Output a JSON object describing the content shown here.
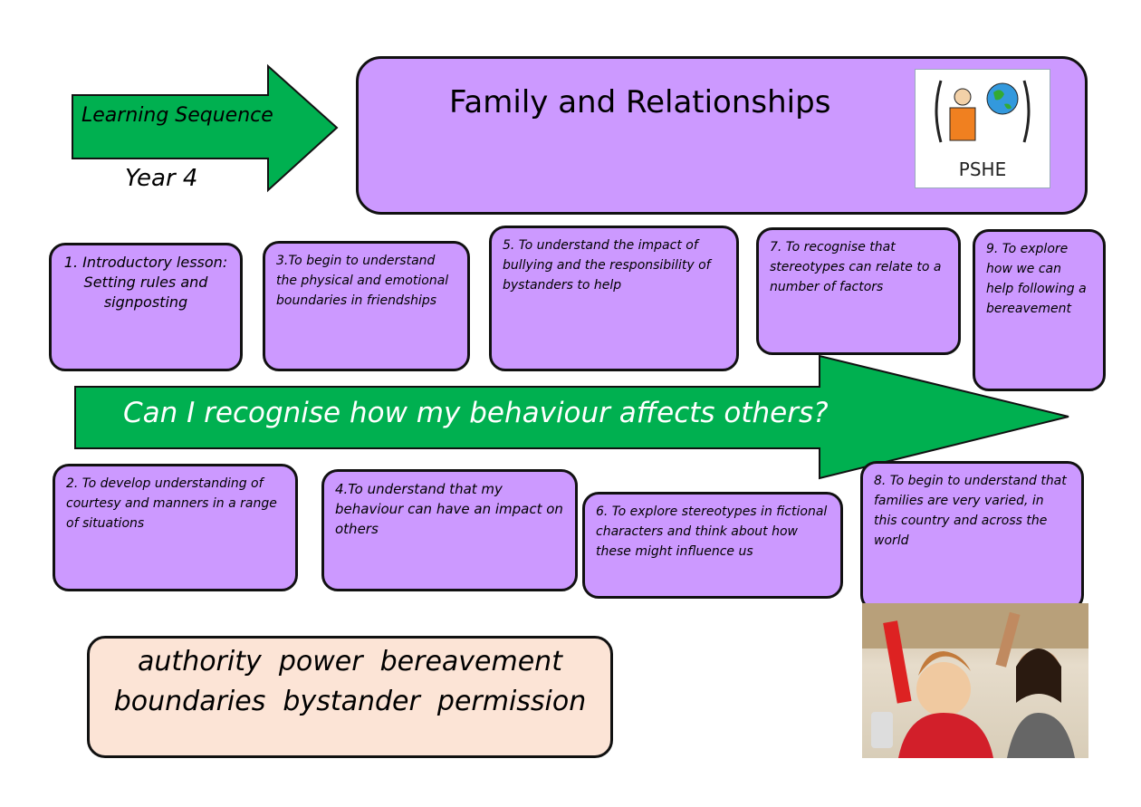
{
  "header": {
    "arrow_label": "Learning Sequence",
    "year": "Year 4",
    "title": "Family and Relationships",
    "subject_icon_label": "PSHE"
  },
  "question": "Can I recognise how my behaviour affects others?",
  "lessons": [
    {
      "text": "1. Introductory lesson: Setting rules and signposting"
    },
    {
      "text": "2. To develop understanding of courtesy and manners in a range of situations"
    },
    {
      "text": "3.To begin to understand the physical and emotional boundaries in friendships"
    },
    {
      "text": "4.To understand that my behaviour can have an impact on others"
    },
    {
      "text": "5. To understand the impact of bullying and the responsibility of bystanders to help"
    },
    {
      "text": "6. To explore stereotypes in fictional characters and think about how these might influence us"
    },
    {
      "text": "7. To recognise that stereotypes can relate to a number of factors"
    },
    {
      "text": "8. To begin to understand that families are very varied, in this country and across the world"
    },
    {
      "text": "9. To explore how we can help following a bereavement"
    }
  ],
  "vocabulary": {
    "line1": "authority  power  bereavement",
    "line2": "boundaries  bystander  permission"
  },
  "colors": {
    "purple": "#cc99ff",
    "green": "#00b050",
    "peach": "#fce4d6"
  }
}
